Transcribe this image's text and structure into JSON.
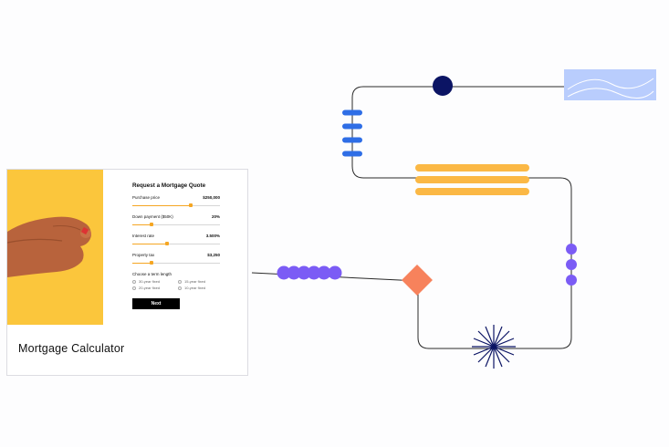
{
  "card": {
    "title": "Mortgage Calculator",
    "form": {
      "heading": "Request a Mortgage Quote",
      "fields": [
        {
          "label": "Purchase price",
          "value": "$250,000",
          "slider_fraction": 0.67
        },
        {
          "label": "Down payment ($50K)",
          "value": "20%",
          "slider_fraction": 0.22
        },
        {
          "label": "Interest rate",
          "value": "3.500%",
          "slider_fraction": 0.4
        },
        {
          "label": "Property tax",
          "value": "$3,250",
          "slider_fraction": 0.22
        }
      ],
      "term_label": "Choose a term length",
      "terms": [
        "30-year fixed",
        "15-year fixed",
        "20-year fixed",
        "10-year fixed"
      ],
      "next_label": "Next"
    }
  },
  "colors": {
    "hero_yellow": "#fbc63c",
    "accent_orange": "#f5a623",
    "line": "#2b2b2b",
    "navy": "#0b1464",
    "blue": "#2f6ee6",
    "purple": "#7b5cf5",
    "yellow_bars": "#fbb845",
    "coral": "#f7825c",
    "light_blue": "#b9cdfd"
  },
  "icons": [
    "hand-holding-keys-image",
    "starburst-icon",
    "wave-card-icon"
  ]
}
